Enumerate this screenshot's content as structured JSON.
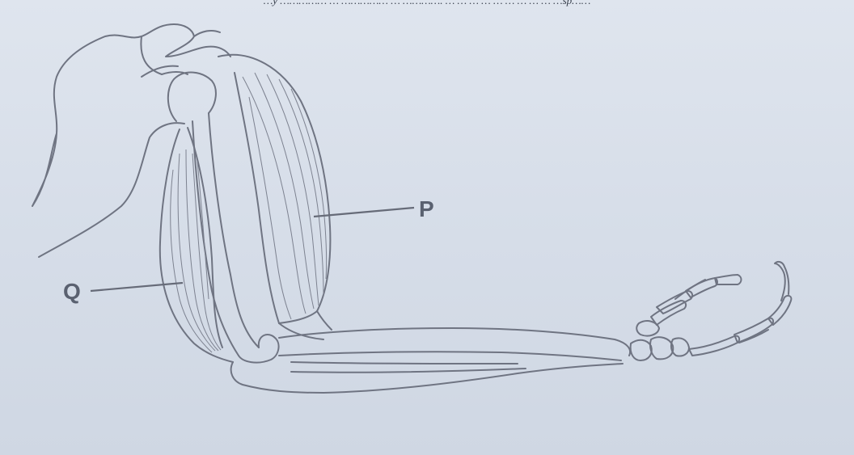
{
  "caption": "…y …………… … …………… … …………. … … … … … … … … … …sp……",
  "labels": {
    "p": "P",
    "q": "Q"
  },
  "colors": {
    "paper": "#d8dfe9",
    "line": "#6f7482",
    "label": "#5a6170"
  }
}
